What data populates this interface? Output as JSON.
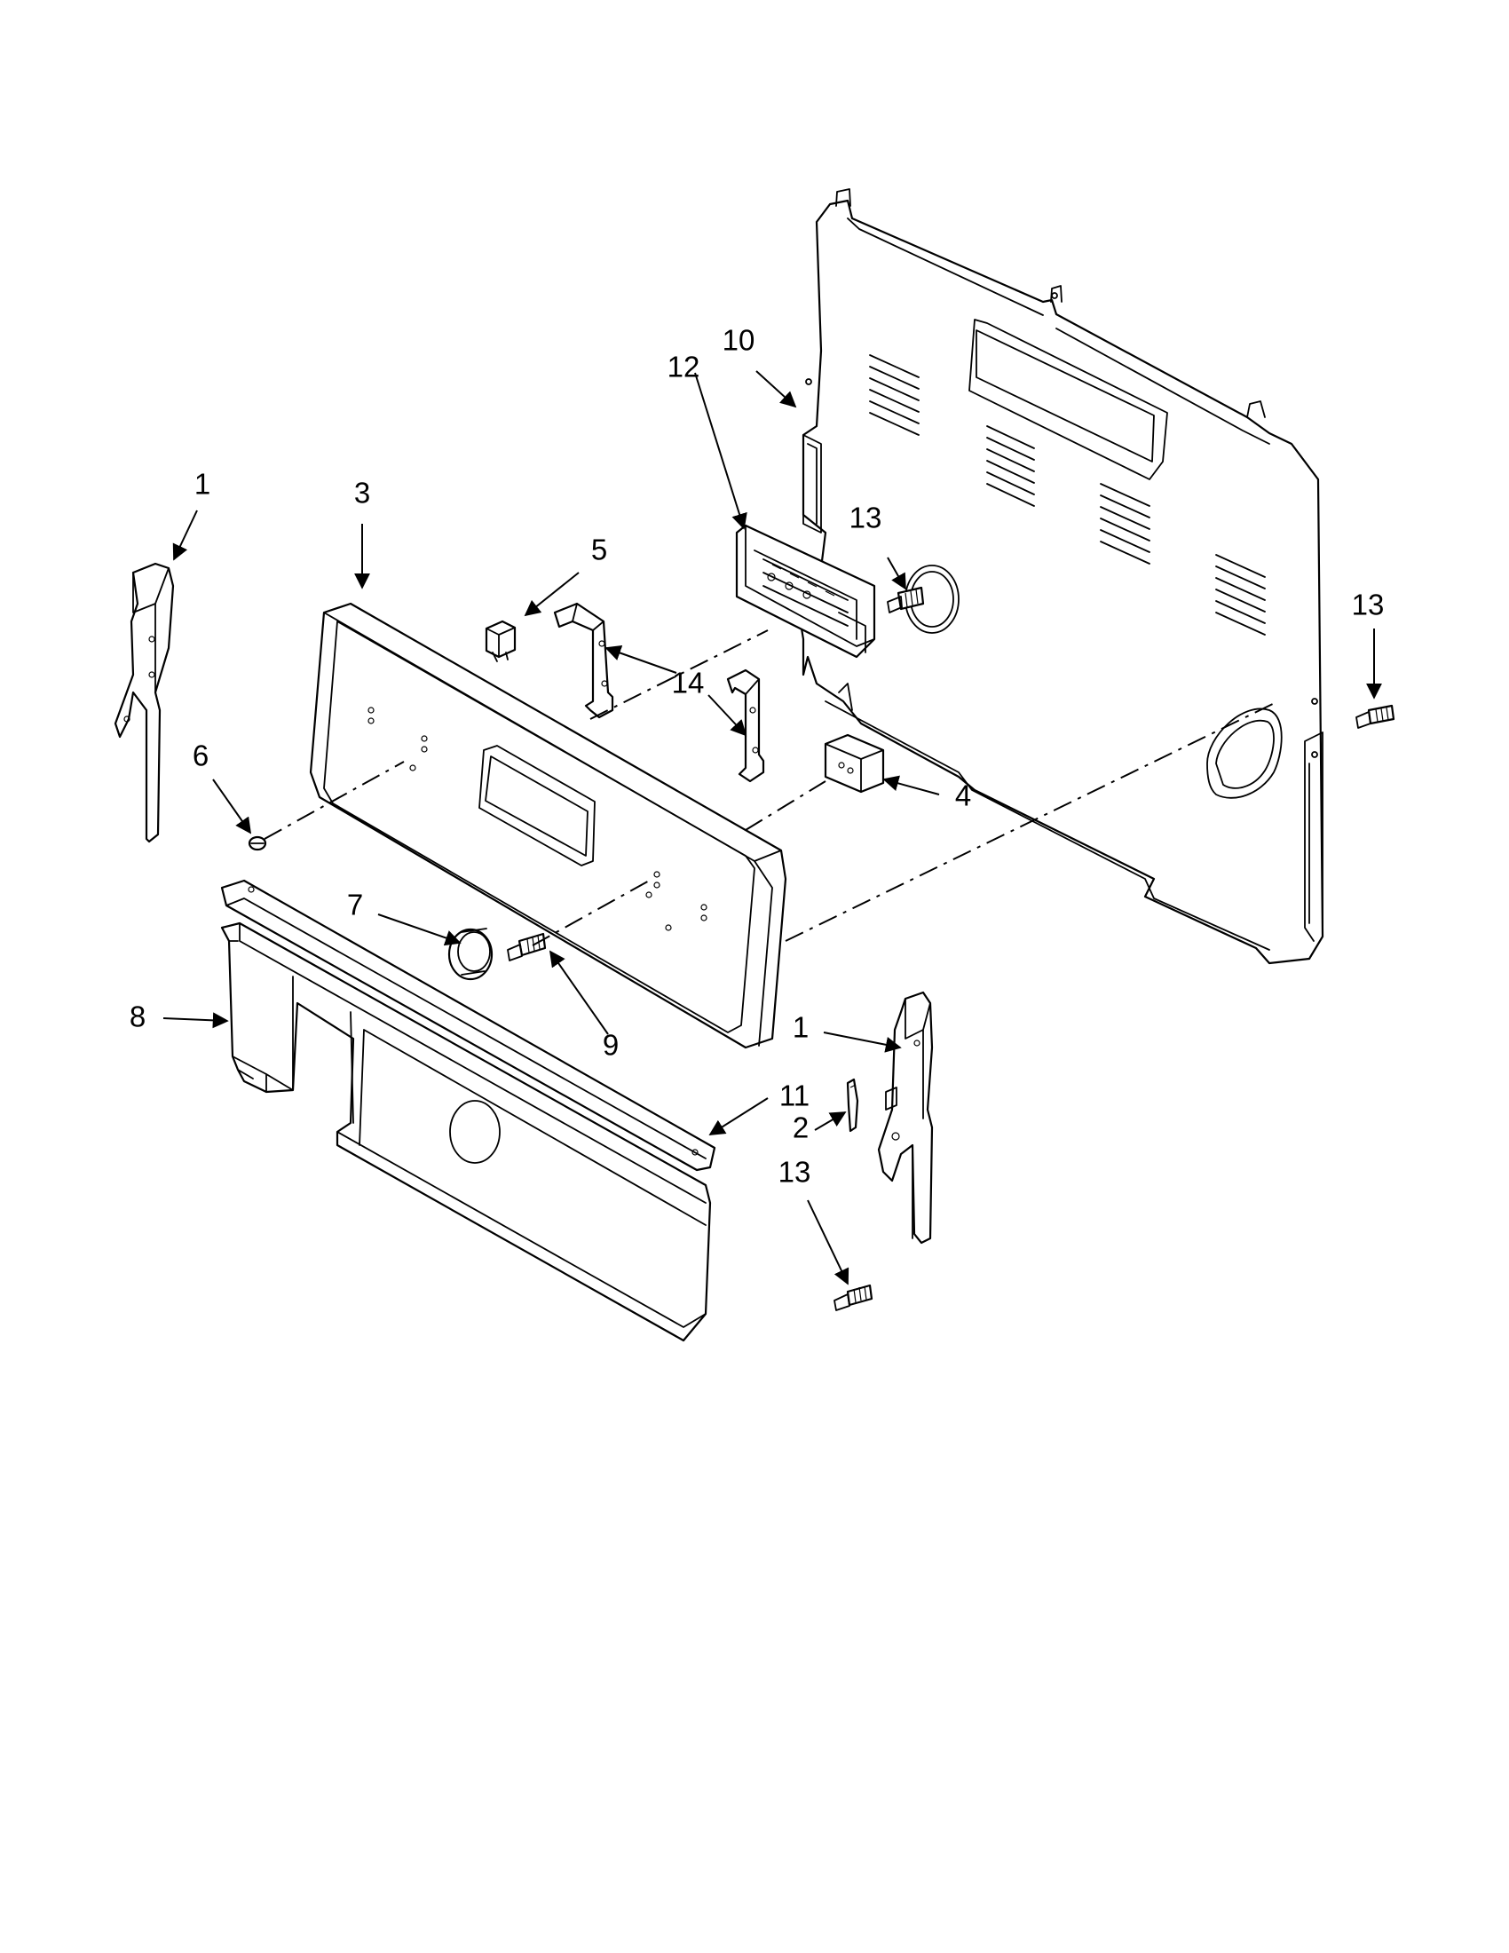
{
  "callouts": [
    {
      "id": "c1a",
      "label": "1"
    },
    {
      "id": "c1b",
      "label": "1"
    },
    {
      "id": "c2",
      "label": "2"
    },
    {
      "id": "c3",
      "label": "3"
    },
    {
      "id": "c4",
      "label": "4"
    },
    {
      "id": "c5",
      "label": "5"
    },
    {
      "id": "c6",
      "label": "6"
    },
    {
      "id": "c7",
      "label": "7"
    },
    {
      "id": "c8",
      "label": "8"
    },
    {
      "id": "c9",
      "label": "9"
    },
    {
      "id": "c10",
      "label": "10"
    },
    {
      "id": "c11",
      "label": "11"
    },
    {
      "id": "c12",
      "label": "12"
    },
    {
      "id": "c13a",
      "label": "13"
    },
    {
      "id": "c13b",
      "label": "13"
    },
    {
      "id": "c13c",
      "label": "13"
    },
    {
      "id": "c14",
      "label": "14"
    }
  ]
}
